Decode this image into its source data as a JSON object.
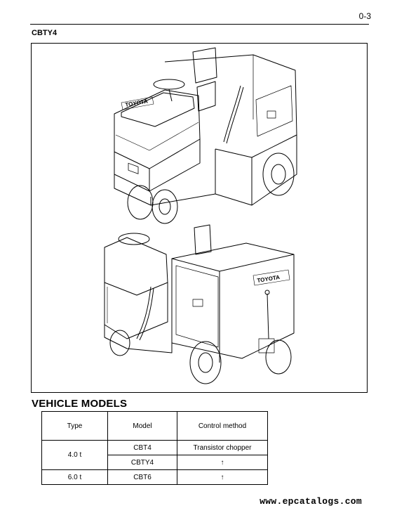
{
  "page_number": "0-3",
  "figure_label": "CBTY4",
  "logo_text": "TOYOTA",
  "section_title": "VEHICLE MODELS",
  "table": {
    "headers": [
      "Type",
      "Model",
      "Control method"
    ],
    "rows": [
      {
        "type": "4.0 t",
        "models": [
          {
            "model": "CBT4",
            "control": "Transistor chopper"
          },
          {
            "model": "CBTY4",
            "control": "↑"
          }
        ]
      },
      {
        "type": "6.0 t",
        "models": [
          {
            "model": "CBT6",
            "control": "↑"
          }
        ]
      }
    ]
  },
  "footer_url": "www.epcatalogs.com"
}
